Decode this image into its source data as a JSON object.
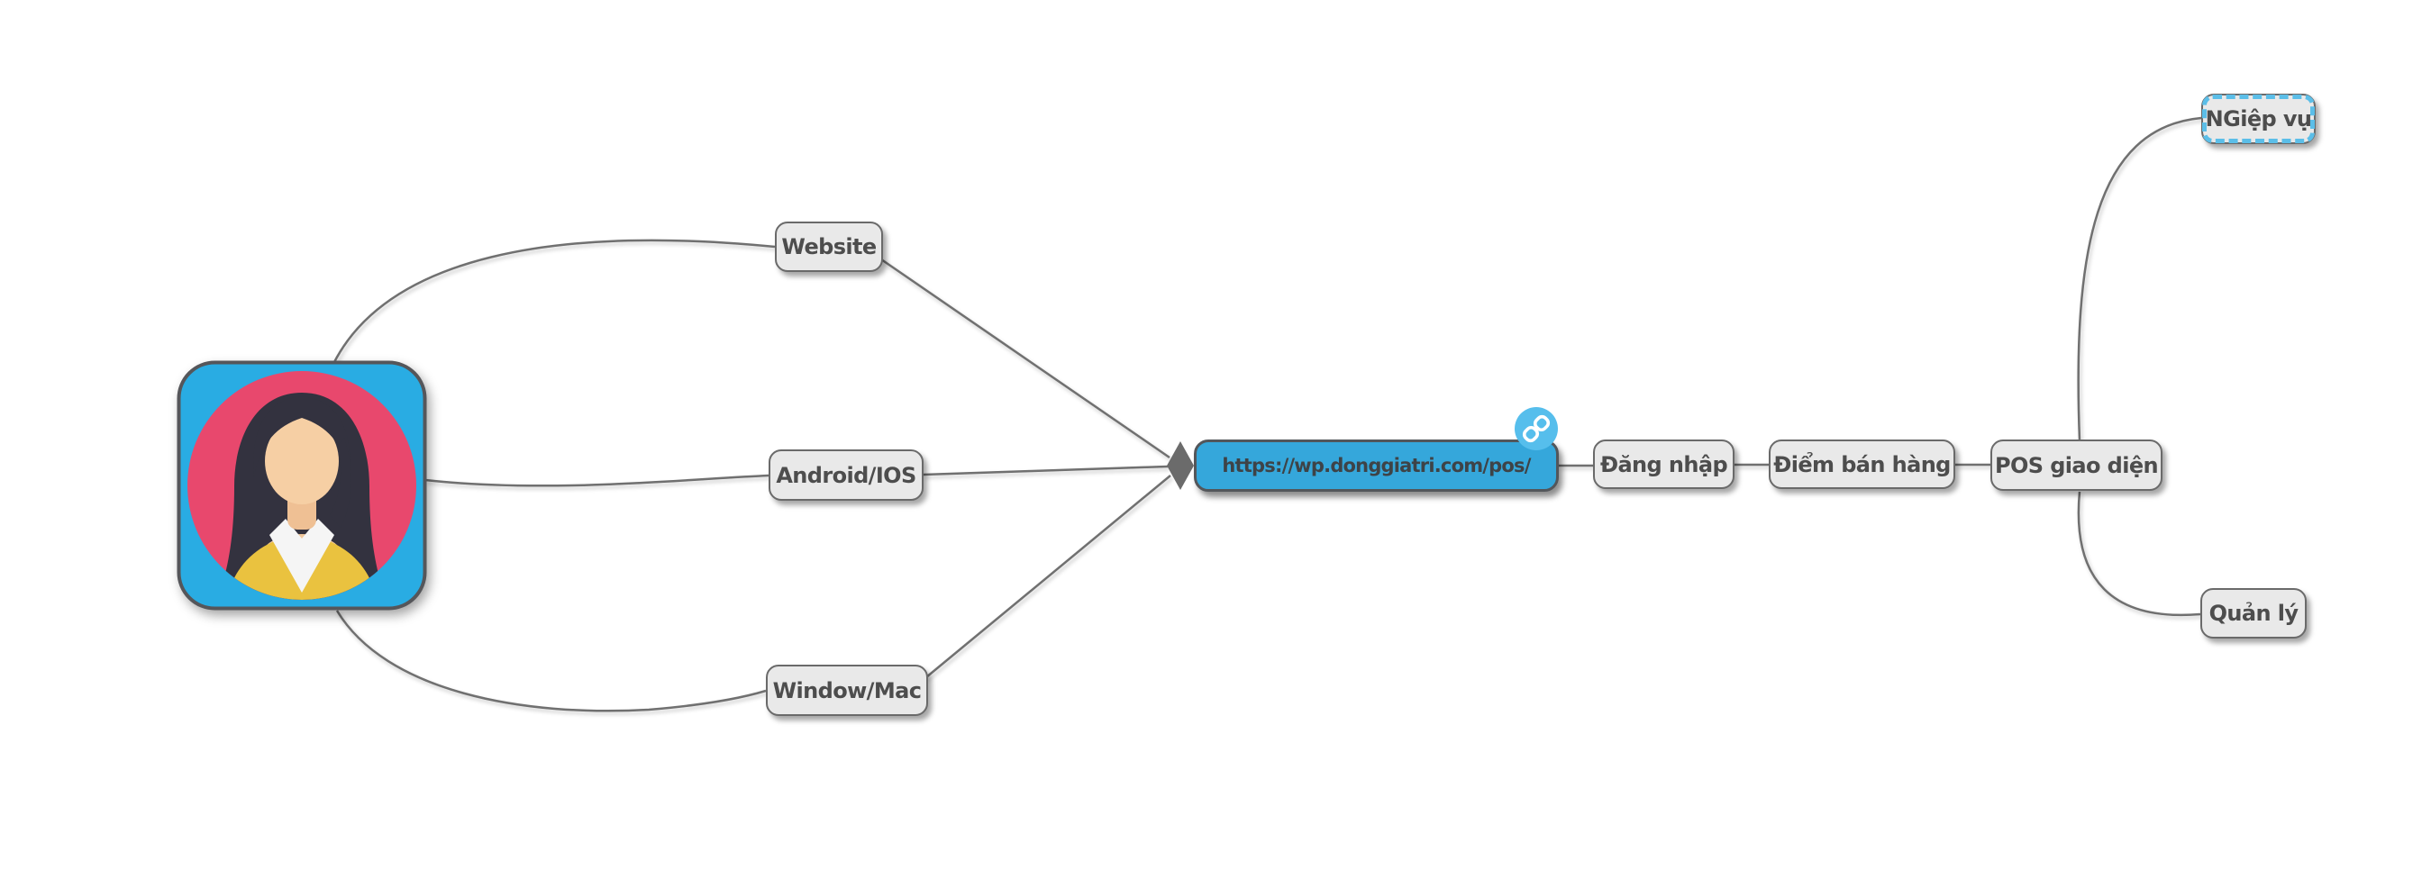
{
  "app": {
    "type": "mind-map-canvas",
    "background": "#FFFFFF"
  },
  "nodes": {
    "website": "Website",
    "android_ios": "Android/IOS",
    "window_mac": "Window/Mac",
    "url": "https://wp.donggiatri.com/pos/",
    "dang_nhap": "Đăng nhập",
    "diem_ban_hang": "Điểm bán hàng",
    "pos_giao_dien": "POS giao diện",
    "nghiep_vu": "NGiệp vụ",
    "quan_ly": "Quản lý"
  },
  "structure": {
    "root_image_node": "woman-avatar",
    "root_children": [
      "Website",
      "Android/IOS",
      "Window/Mac"
    ],
    "converge_to": "https://wp.donggiatri.com/pos/",
    "chain_after_url": [
      "Đăng nhập",
      "Điểm bán hàng",
      "POS giao diện"
    ],
    "pos_children": [
      "NGiệp vụ",
      "Quản lý"
    ],
    "selected_node": "NGiệp vụ"
  },
  "icons": {
    "hyperlink_icon": "chain-link on blue circle",
    "junction_diamond": "gray diamond connector"
  },
  "colors": {
    "topic_fill": "#E9E9E9",
    "topic_border": "#6A6A6A",
    "topic_text": "#4D4D4D",
    "url_topic_fill": "#35A7DB",
    "url_topic_text": "#3E4347",
    "selection_dash": "#5BBEE8",
    "link_badge_circle": "#56BEEC",
    "edge_line": "#6F6F6F",
    "avatar_background": "#29ACE3",
    "avatar_circle": "#E8486D",
    "avatar_hair": "#33323F",
    "avatar_skin": "#F6CFA4",
    "avatar_sweater": "#EAC23F",
    "avatar_collar": "#F5F5F5"
  }
}
